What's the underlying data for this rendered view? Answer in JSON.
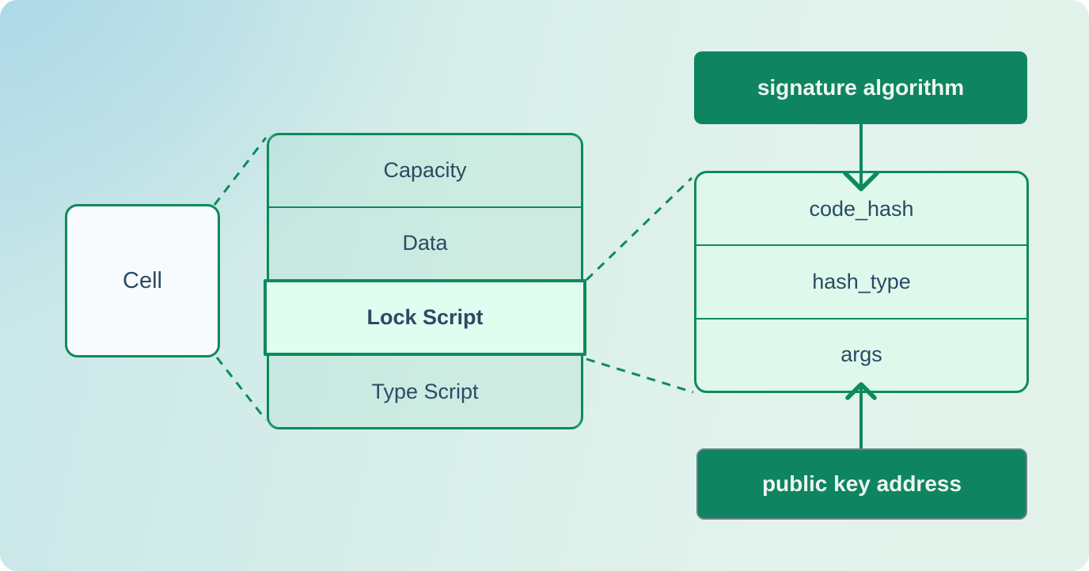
{
  "cell": {
    "label": "Cell"
  },
  "cell_stack": {
    "rows": [
      {
        "label": "Capacity",
        "highlighted": false
      },
      {
        "label": "Data",
        "highlighted": false
      },
      {
        "label": "Lock Script",
        "highlighted": true
      },
      {
        "label": "Type Script",
        "highlighted": false
      }
    ]
  },
  "script_stack": {
    "rows": [
      {
        "label": "code_hash"
      },
      {
        "label": "hash_type"
      },
      {
        "label": "args"
      }
    ]
  },
  "annotations": {
    "signature": {
      "label": "signature algorithm",
      "icon": "arrow-down-icon",
      "points_to": "code_hash"
    },
    "public_key": {
      "label": "public key address",
      "icon": "arrow-up-icon",
      "points_to": "args"
    }
  },
  "connectors": [
    {
      "from": "cell",
      "to": "cell_stack",
      "style": "dashed"
    },
    {
      "from": "lock-script-row",
      "to": "script_stack",
      "style": "dashed"
    }
  ],
  "colors": {
    "line_green": "#0e8a5c",
    "node_green": "#0e8560",
    "highlight_row_bg": "#e1fdf0",
    "script_stack_bg": "#def9ec",
    "cell_bg": "#f7fbfd",
    "text": "#2b4a63",
    "pill_text": "#eef6f2",
    "public_key_border": "#6f7e8c",
    "background_top_left": "#b4dae6",
    "background_bottom_right": "#e2f2ea"
  }
}
